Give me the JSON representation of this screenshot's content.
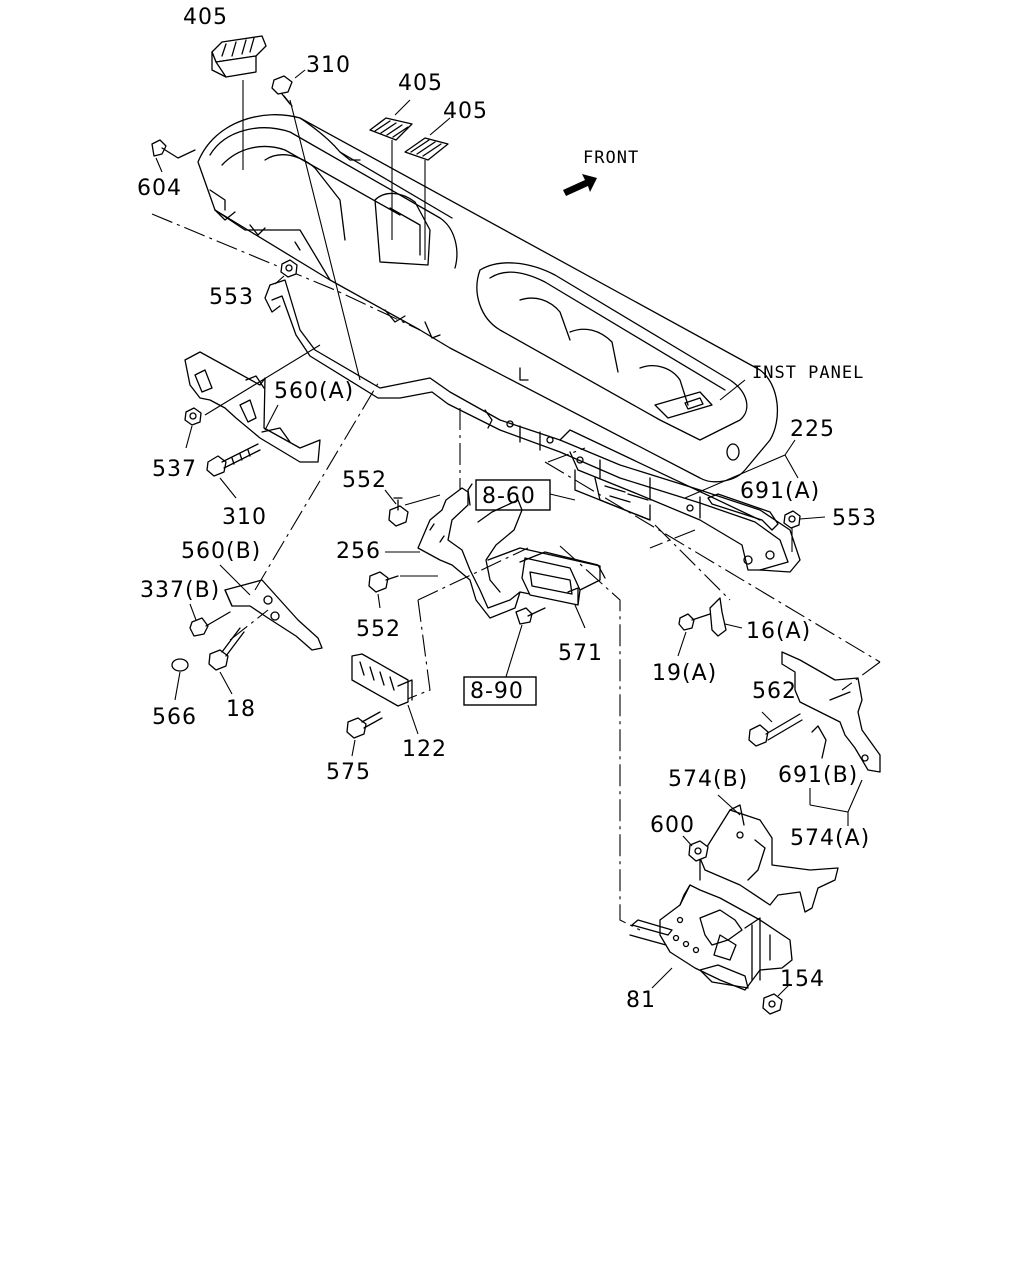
{
  "labels": {
    "p405a": "405",
    "p310a": "310",
    "p405b": "405",
    "p405c": "405",
    "front": "FRONT",
    "p604": "604",
    "p553a": "553",
    "inst_panel": "INST PANEL",
    "p560a": "560(A)",
    "p537": "537",
    "p310b": "310",
    "p225": "225",
    "p691a": "691(A)",
    "p553b": "553",
    "p552a": "552",
    "ref860": "8-60",
    "p256": "256",
    "p560b": "560(B)",
    "p337b": "337(B)",
    "p552b": "552",
    "p571": "571",
    "p16a": "16(A)",
    "p19a": "19(A)",
    "p566": "566",
    "p18": "18",
    "ref890": "8-90",
    "p562": "562",
    "p691b": "691(B)",
    "p575": "575",
    "p122": "122",
    "p574b": "574(B)",
    "p600": "600",
    "p574a": "574(A)",
    "p154": "154",
    "p81": "81"
  }
}
